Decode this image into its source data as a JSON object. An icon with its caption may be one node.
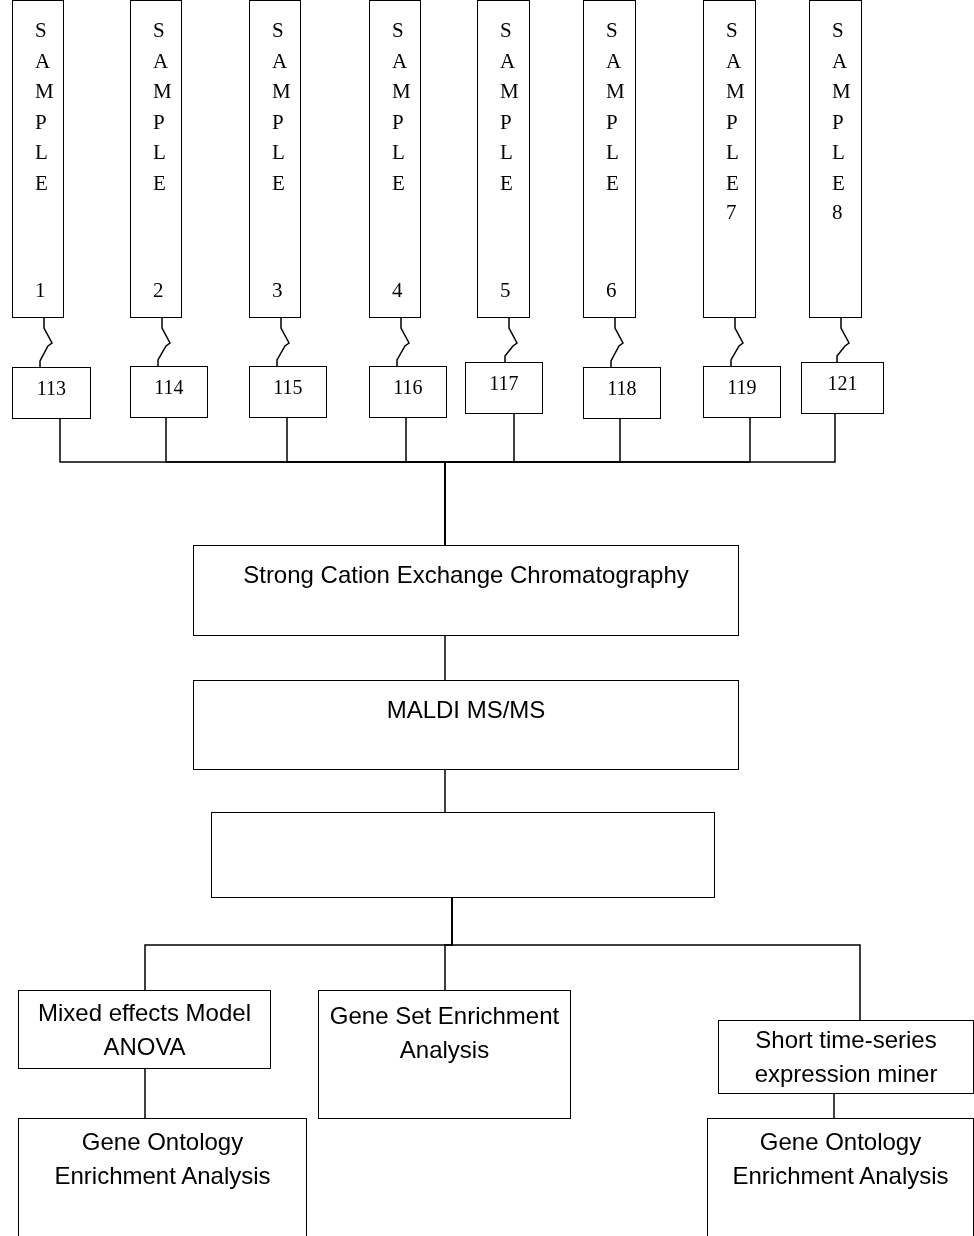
{
  "diagram": {
    "nodes": [
      {
        "text": [
          "SAMPLE",
          "1"
        ]
      },
      {
        "text": [
          "SAMPLE",
          "2"
        ]
      },
      {
        "text": [
          "SAMPLE",
          "3"
        ]
      },
      {
        "text": [
          "SAMPLE",
          "4"
        ]
      },
      {
        "text": [
          "SAMPLE",
          "5"
        ]
      },
      {
        "text": [
          "SAMPLE",
          "6"
        ]
      },
      {
        "text": [
          "SAMPLE",
          "7"
        ]
      },
      {
        "text": [
          "SAMPLE",
          "8"
        ]
      },
      {
        "text": [
          "113"
        ]
      },
      {
        "text": [
          "114"
        ]
      },
      {
        "text": [
          "115"
        ]
      },
      {
        "text": [
          "116"
        ]
      },
      {
        "text": [
          "117"
        ]
      },
      {
        "text": [
          "118"
        ]
      },
      {
        "text": [
          "119"
        ]
      },
      {
        "text": [
          "121"
        ]
      },
      {
        "text": [
          "Strong Cation Exchange Chromatography"
        ]
      },
      {
        "text": [
          "MALDI MS/MS"
        ]
      },
      {
        "text": [],
        "shape": "box"
      },
      {
        "text": [
          "Mixed effects Model ANOVA"
        ]
      },
      {
        "text": [
          "Gene Set Enrichment Analysis"
        ]
      },
      {
        "text": [
          "Short time-series expression miner"
        ]
      },
      {
        "text": [
          "Gene Ontology Enrichment Analysis"
        ]
      },
      {
        "text": [
          "Gene Ontology Enrichment Analysis"
        ]
      }
    ],
    "edges": [
      {
        "from": 0,
        "to": 8,
        "arrow": "none"
      },
      {
        "from": 1,
        "to": 9,
        "arrow": "none"
      },
      {
        "from": 2,
        "to": 10,
        "arrow": "none"
      },
      {
        "from": 3,
        "to": 11,
        "arrow": "none"
      },
      {
        "from": 4,
        "to": 12,
        "arrow": "none"
      },
      {
        "from": 5,
        "to": 13,
        "arrow": "none"
      },
      {
        "from": 6,
        "to": 14,
        "arrow": "none"
      },
      {
        "from": 7,
        "to": 15,
        "arrow": "none"
      },
      {
        "from": 8,
        "to": 16,
        "arrow": "none"
      },
      {
        "from": 9,
        "to": 16,
        "arrow": "none"
      },
      {
        "from": 10,
        "to": 16,
        "arrow": "none"
      },
      {
        "from": 11,
        "to": 16,
        "arrow": "none"
      },
      {
        "from": 12,
        "to": 16,
        "arrow": "none"
      },
      {
        "from": 13,
        "to": 16,
        "arrow": "none"
      },
      {
        "from": 14,
        "to": 16,
        "arrow": "none"
      },
      {
        "from": 15,
        "to": 16,
        "arrow": "none"
      },
      {
        "from": 16,
        "to": 17,
        "arrow": "none"
      },
      {
        "from": 17,
        "to": 18,
        "arrow": "none"
      },
      {
        "from": 18,
        "to": 19,
        "arrow": "none"
      },
      {
        "from": 18,
        "to": 20,
        "arrow": "none"
      },
      {
        "from": 18,
        "to": 21,
        "arrow": "none"
      },
      {
        "from": 19,
        "to": 22,
        "arrow": "none"
      },
      {
        "from": 21,
        "to": 23,
        "arrow": "none"
      }
    ]
  }
}
